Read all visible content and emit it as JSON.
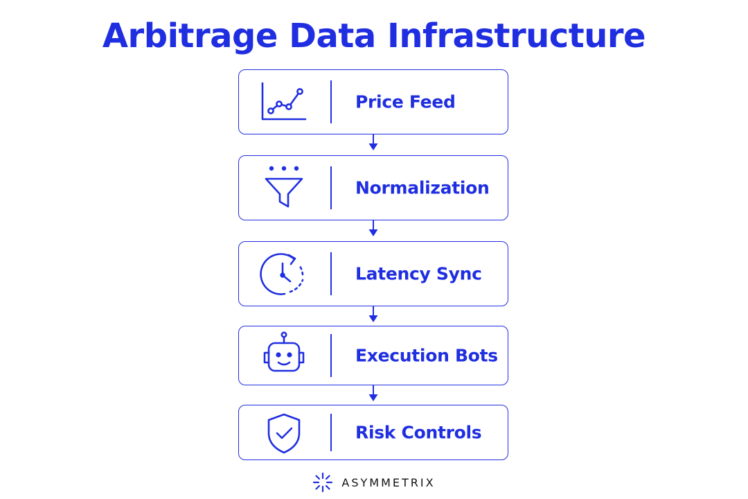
{
  "title": "Arbitrage Data Infrastructure",
  "steps": [
    {
      "label": "Price Feed",
      "icon": "line-chart-icon"
    },
    {
      "label": "Normalization",
      "icon": "funnel-icon"
    },
    {
      "label": "Latency Sync",
      "icon": "clock-sync-icon"
    },
    {
      "label": "Execution Bots",
      "icon": "robot-icon"
    },
    {
      "label": "Risk Controls",
      "icon": "shield-check-icon"
    }
  ],
  "brand": {
    "name": "ASYMMETRIX",
    "icon": "starburst-logo-icon"
  },
  "colors": {
    "accent": "#1f2ee0",
    "brand_text": "#111111",
    "background": "#ffffff"
  }
}
